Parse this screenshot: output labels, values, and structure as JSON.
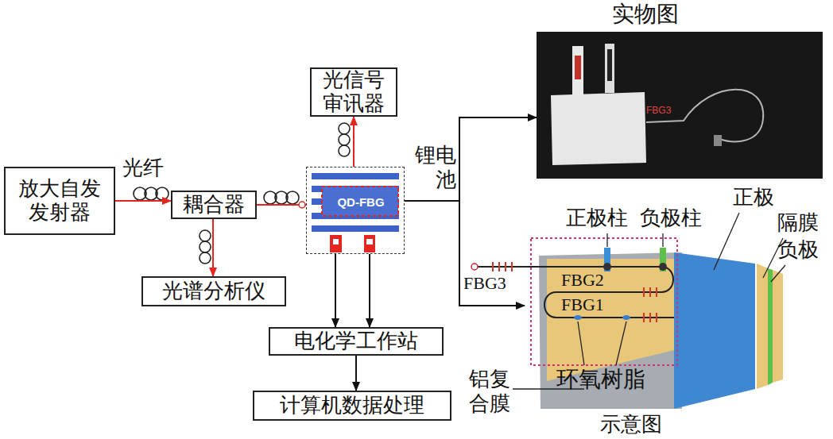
{
  "diagram": {
    "nodes": [
      {
        "text": [
          "放大自发 发射器"
        ]
      },
      {
        "text": [
          "耦合器"
        ]
      },
      {
        "text": [
          "光谱分析仪"
        ]
      },
      {
        "text": [
          "QD-FBG"
        ]
      },
      {
        "text": [
          "光信号 审讯器"
        ]
      },
      {
        "text": [
          "电化学工作站"
        ]
      },
      {
        "text": [
          "计算机数据处理"
        ]
      },
      {
        "text": [
          "实物图",
          "FBG3"
        ]
      },
      {
        "text": [
          "示意图"
        ]
      }
    ],
    "edges": [
      {
        "from": 0,
        "to": 1,
        "arrow": "to",
        "label": "光纤"
      },
      {
        "from": 1,
        "to": 2,
        "arrow": "to"
      },
      {
        "from": 1,
        "to": 3,
        "arrow": "none"
      },
      {
        "from": 3,
        "to": 4,
        "arrow": "to"
      },
      {
        "from": 3,
        "to": 5,
        "arrow": "to"
      },
      {
        "from": 3,
        "to": 5,
        "arrow": "to"
      },
      {
        "from": 5,
        "to": 6,
        "arrow": "to"
      },
      {
        "from": 3,
        "to": 7,
        "arrow": "to"
      },
      {
        "from": 3,
        "to": 8,
        "arrow": "to"
      }
    ],
    "labels": [
      "锂电池",
      "正极柱",
      "负极柱",
      "正极",
      "隔膜",
      "负极",
      "FBG3",
      "FBG2",
      "FBG1",
      "环氧树脂",
      "铝复合膜"
    ]
  }
}
